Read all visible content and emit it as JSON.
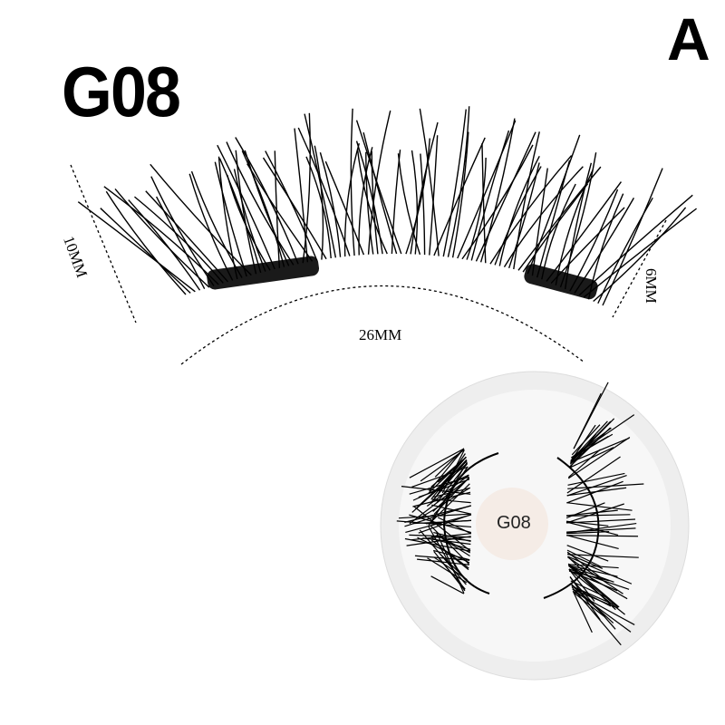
{
  "variant_letter": "A",
  "model_code": "G08",
  "dimensions": {
    "length": "26MM",
    "outer_height": "10MM",
    "inner_height": "6MM"
  },
  "case_sticker": "G08",
  "colors": {
    "lash": "#000000",
    "case": "#f3f3f3",
    "sticker": "#f5ece6"
  }
}
